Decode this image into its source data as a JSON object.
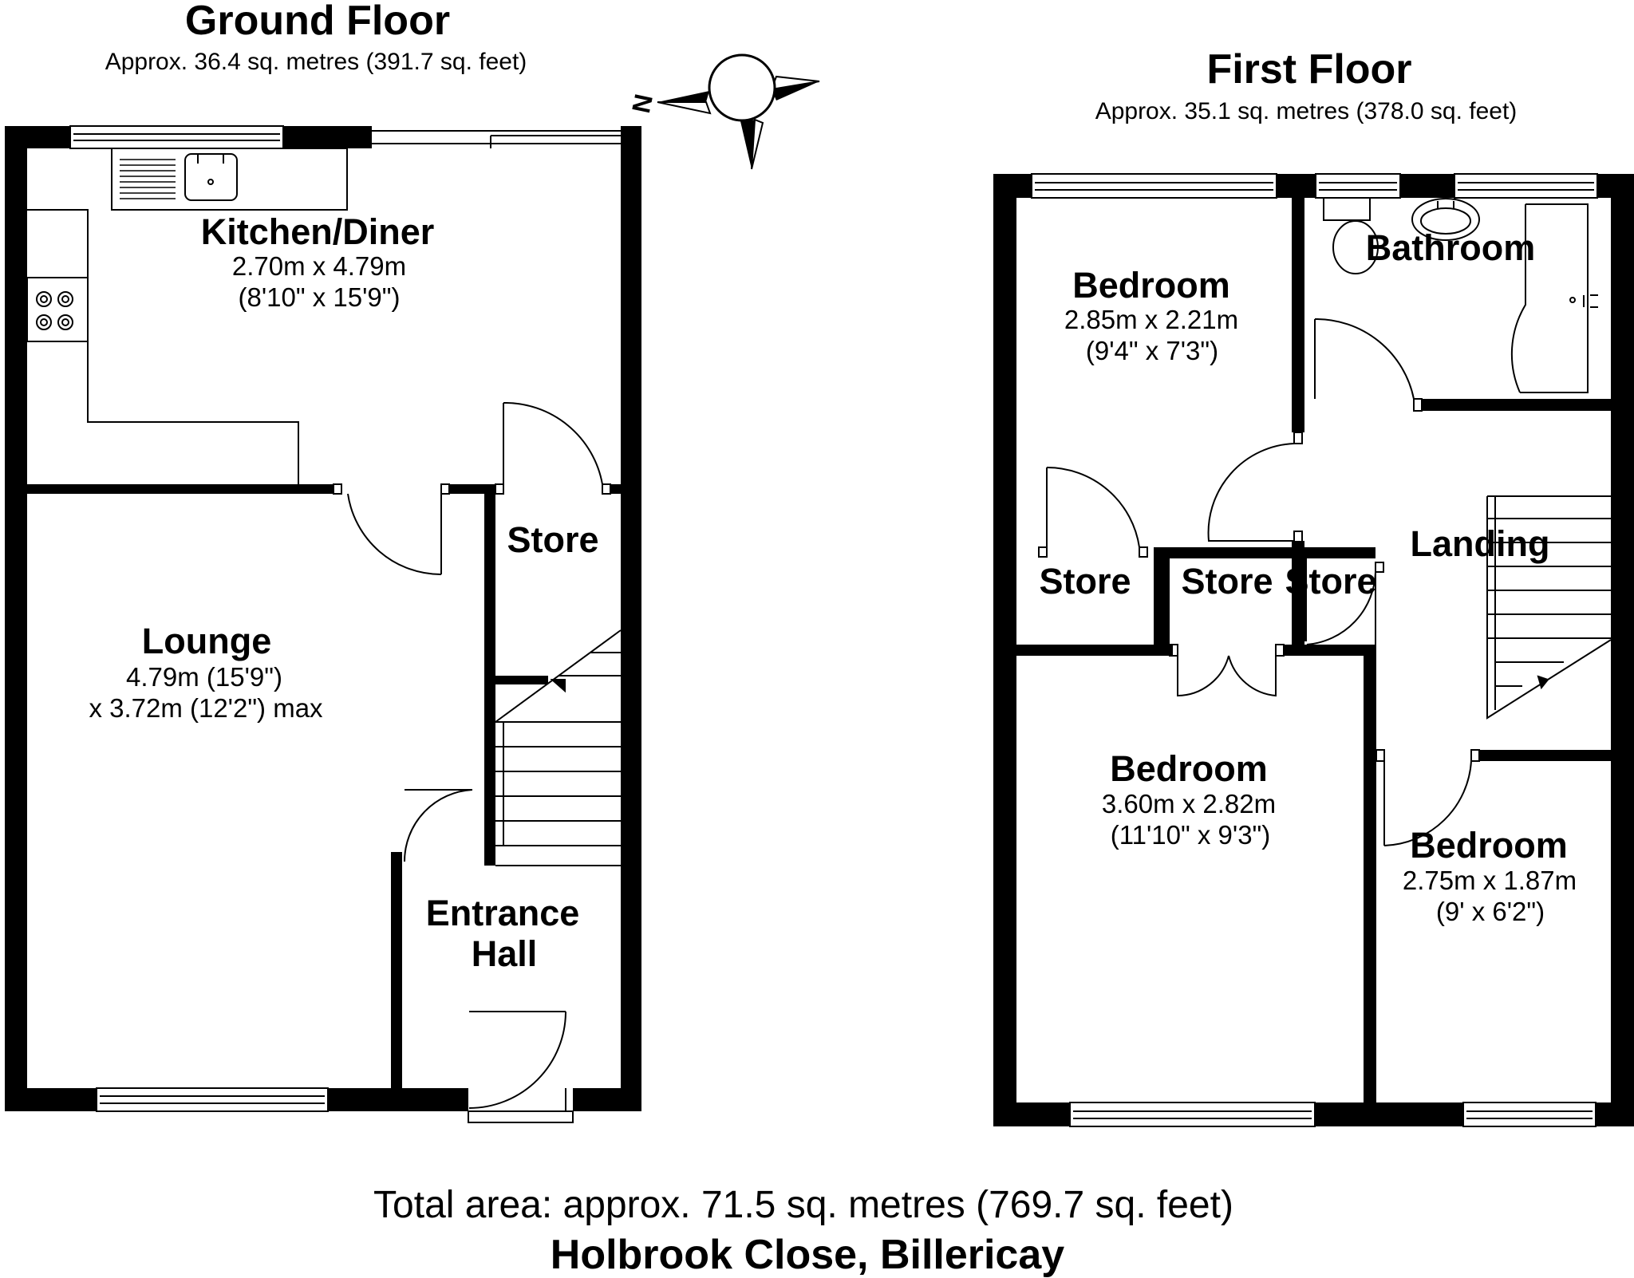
{
  "ground_floor": {
    "title": "Ground Floor",
    "area": "Approx. 36.4 sq. metres (391.7 sq. feet)",
    "rooms": {
      "kitchen": {
        "name": "Kitchen/Diner",
        "dim_m": "2.70m x 4.79m",
        "dim_ft": "(8'10\" x 15'9\")"
      },
      "store": {
        "name": "Store"
      },
      "lounge": {
        "name": "Lounge",
        "dim_m": "4.79m (15'9\")",
        "dim_ft": "x 3.72m (12'2\") max"
      },
      "entrance": {
        "name_line1": "Entrance",
        "name_line2": "Hall"
      }
    }
  },
  "first_floor": {
    "title": "First Floor",
    "area": "Approx. 35.1 sq. metres (378.0 sq. feet)",
    "rooms": {
      "bedroom1": {
        "name": "Bedroom",
        "dim_m": "2.85m x 2.21m",
        "dim_ft": "(9'4\" x 7'3\")"
      },
      "bathroom": {
        "name": "Bathroom"
      },
      "landing": {
        "name": "Landing"
      },
      "store1": {
        "name": "Store"
      },
      "store2": {
        "name": "Store"
      },
      "store3": {
        "name": "Store"
      },
      "bedroom2": {
        "name": "Bedroom",
        "dim_m": "3.60m x 2.82m",
        "dim_ft": "(11'10\" x 9'3\")"
      },
      "bedroom3": {
        "name": "Bedroom",
        "dim_m": "2.75m x 1.87m",
        "dim_ft": "(9' x 6'2\")"
      }
    }
  },
  "compass": {
    "north_label": "N"
  },
  "footer": {
    "total_area": "Total area: approx. 71.5 sq. metres (769.7 sq. feet)",
    "address": "Holbrook Close, Billericay"
  }
}
